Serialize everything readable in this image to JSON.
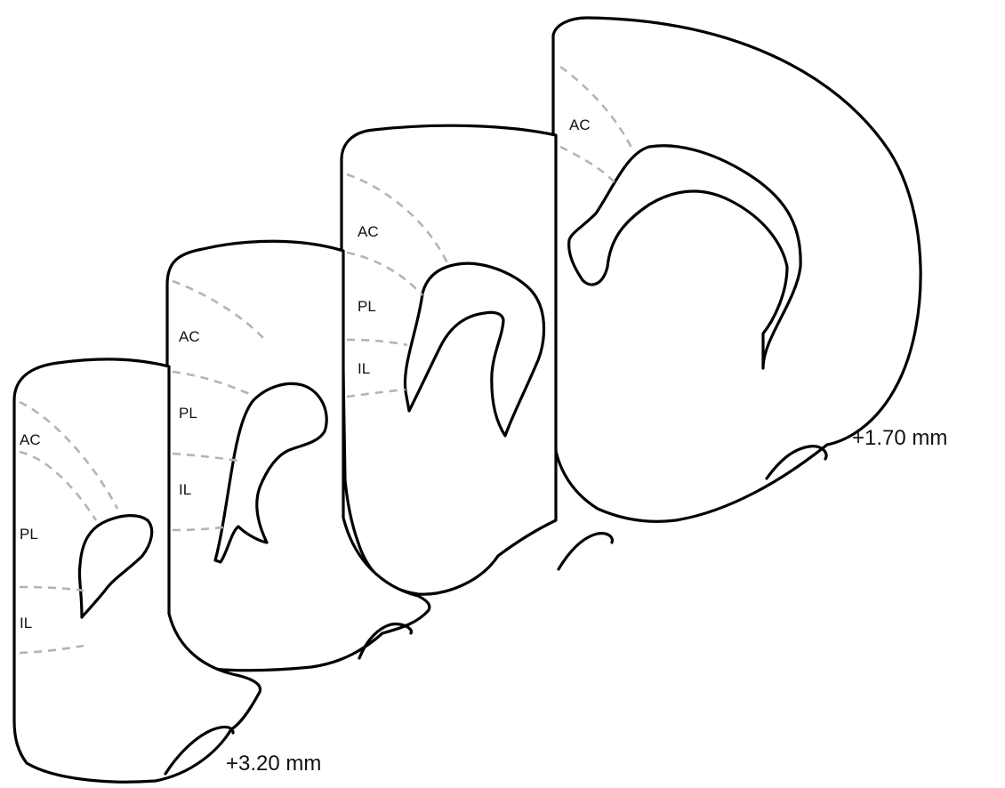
{
  "sections": [
    {
      "regions": {
        "ac": "AC"
      }
    },
    {
      "regions": {
        "ac": "AC",
        "pl": "PL",
        "il": "IL"
      }
    },
    {
      "regions": {
        "ac": "AC",
        "pl": "PL",
        "il": "IL"
      }
    },
    {
      "regions": {
        "ac": "AC",
        "pl": "PL",
        "il": "IL"
      }
    }
  ],
  "depth_labels": {
    "posterior": "+1.70 mm",
    "anterior": "+3.20 mm"
  }
}
